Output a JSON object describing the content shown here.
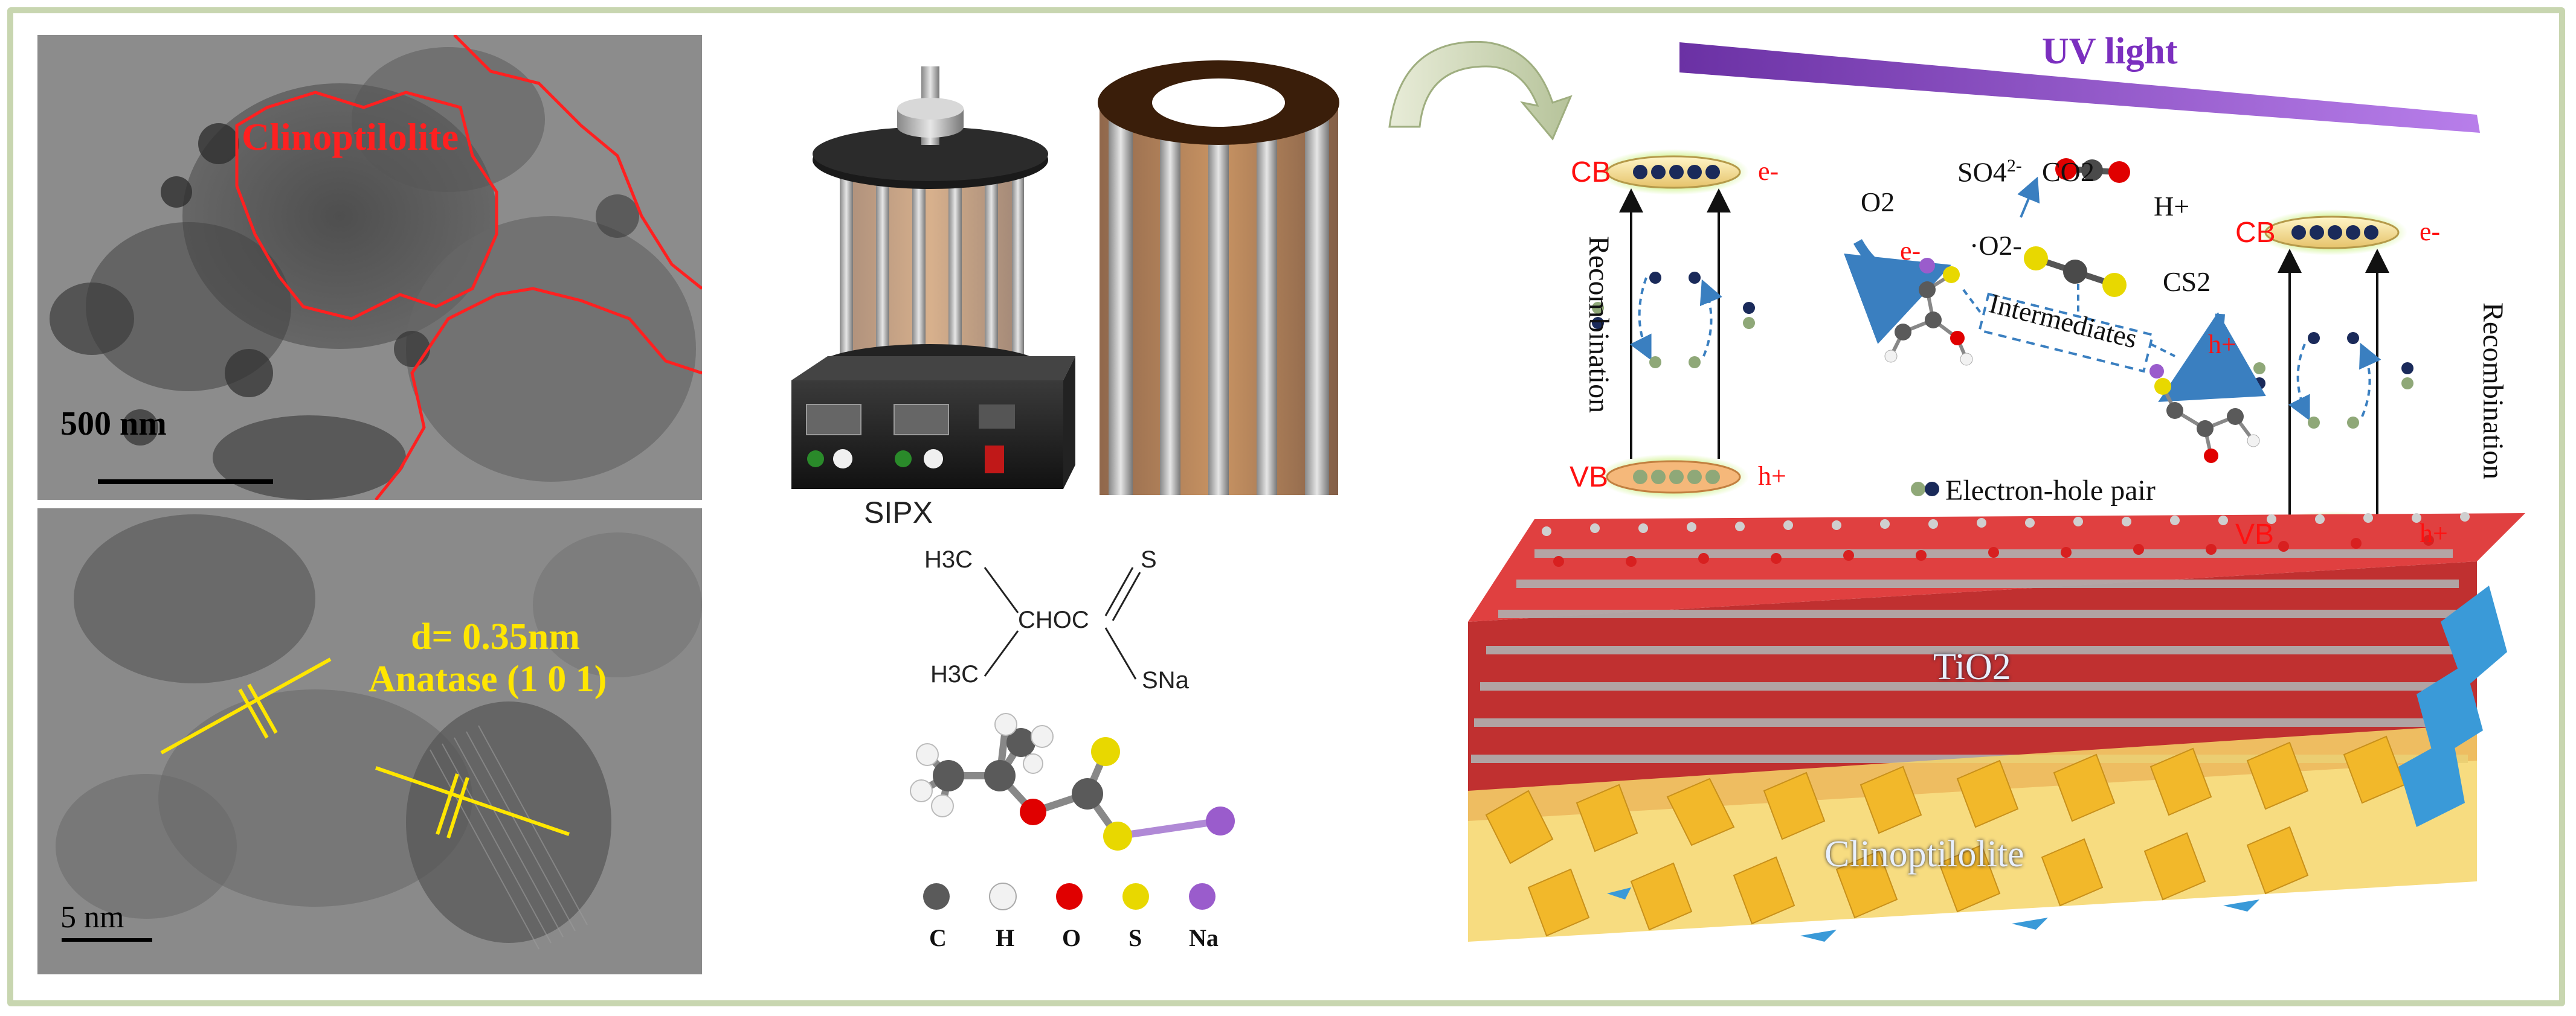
{
  "tem_top": {
    "region_label": "Clinoptilolite",
    "scale_bar": "500 nm"
  },
  "tem_bottom": {
    "d_spacing": "d= 0.35nm",
    "plane": "Anatase (1 0 1)",
    "scale_bar": "5 nm"
  },
  "reactor": {
    "label": "SIPX"
  },
  "structural_formula": {
    "ch3_top": "H3C",
    "ch3_bottom": "H3C",
    "backbone": "CHOC",
    "sulfur": "S",
    "sna": "SNa"
  },
  "atom_legend": [
    {
      "symbol": "C",
      "color": "#666666"
    },
    {
      "symbol": "H",
      "color": "#f2f2f2"
    },
    {
      "symbol": "O",
      "color": "#e00000"
    },
    {
      "symbol": "S",
      "color": "#e8d800"
    },
    {
      "symbol": "Na",
      "color": "#9a5ccc"
    }
  ],
  "mechanism": {
    "uv_label": "UV light",
    "left": {
      "cb": "CB",
      "vb": "VB",
      "electron": "e-",
      "hole": "h+",
      "recombination": "Recombination"
    },
    "right": {
      "cb": "CB",
      "vb": "VB",
      "electron": "e-",
      "hole": "h+",
      "recombination": "Recombination"
    },
    "o2": "O2",
    "superoxide": "·O2-",
    "e_minus": "e-",
    "h_plus": "h+",
    "so4": "SO4",
    "so4_charge": "2-",
    "co2": "CO2",
    "proton": "H+",
    "cs2": "CS2",
    "intermediates": "Intermediates",
    "electron_hole_pair": "Electron-hole pair",
    "tio2": "TiO2",
    "clinoptilolite": "Clinoptilolite"
  },
  "colors": {
    "frame": "#c8d6b0",
    "red_label": "#ff2020",
    "yellow_label": "#ffe600",
    "uv": "#7b2fbf",
    "oxygen": "#e00000",
    "titanium": "#bfbfbf",
    "zeolite": "#f2c12e",
    "aluminate": "#3a9ad8"
  }
}
